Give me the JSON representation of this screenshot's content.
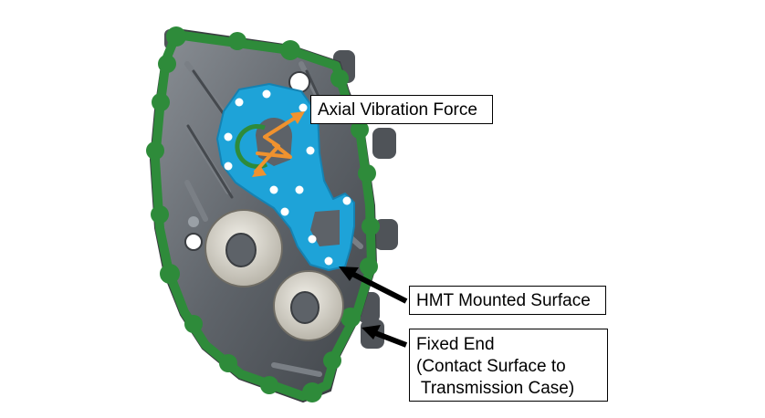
{
  "labels": {
    "axial_vibration_force": "Axial Vibration Force",
    "hmt_mounted_surface": "HMT Mounted Surface",
    "fixed_end": {
      "line1": "Fixed End",
      "line2": "(Contact Surface to",
      "line3": " Transmission Case)"
    }
  },
  "colors": {
    "fixed_end_outline": "#2e8b3a",
    "hmt_surface": "#1ea3d8",
    "vibration_arrow": "#f0922e",
    "housing": "#5d6268",
    "bearing": "#d9d6cc",
    "label_border": "#000000"
  },
  "icons": {
    "pointer_arrow": "black-arrow-icon",
    "vibration_arrow": "zigzag-arrow-icon"
  }
}
